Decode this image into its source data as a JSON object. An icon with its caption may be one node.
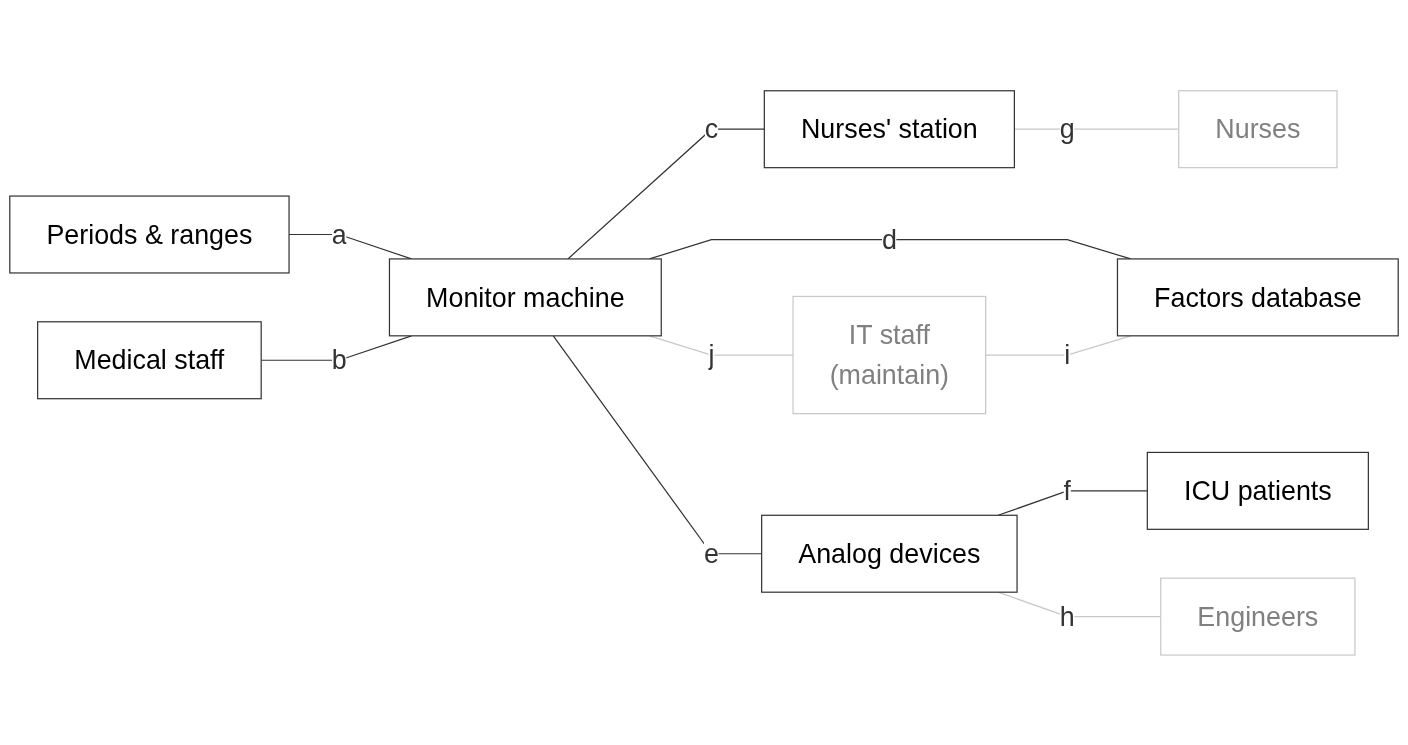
{
  "diagram": {
    "nodes": [
      {
        "text": [
          "Periods & ranges"
        ]
      },
      {
        "text": [
          "Medical staff"
        ]
      },
      {
        "text": [
          "Monitor machine"
        ]
      },
      {
        "text": [
          "Nurses' station"
        ]
      },
      {
        "text": [
          "Factors database"
        ]
      },
      {
        "text": [
          "Analog devices"
        ]
      },
      {
        "text": [
          "Nurses"
        ]
      },
      {
        "text": [
          "ICU patients"
        ]
      },
      {
        "text": [
          "IT staff",
          "(maintain)"
        ]
      },
      {
        "text": [
          "Engineers"
        ]
      }
    ],
    "edges": [
      {
        "from": 0,
        "to": 2,
        "arrow": "none",
        "label": "a"
      },
      {
        "from": 1,
        "to": 2,
        "arrow": "none",
        "label": "b"
      },
      {
        "from": 2,
        "to": 3,
        "arrow": "none",
        "label": "c"
      },
      {
        "from": 2,
        "to": 4,
        "arrow": "none",
        "label": "d"
      },
      {
        "from": 2,
        "to": 5,
        "arrow": "none",
        "label": "e"
      },
      {
        "from": 5,
        "to": 7,
        "arrow": "none",
        "label": "f"
      },
      {
        "from": 3,
        "to": 6,
        "arrow": "none",
        "label": "g",
        "color": "#c8c8c8"
      },
      {
        "from": 5,
        "to": 9,
        "arrow": "none",
        "label": "h",
        "color": "#c8c8c8"
      },
      {
        "from": 8,
        "to": 4,
        "arrow": "none",
        "label": "i",
        "color": "#c8c8c8"
      },
      {
        "from": 2,
        "to": 8,
        "arrow": "none",
        "label": "j",
        "color": "#c8c8c8"
      }
    ]
  }
}
